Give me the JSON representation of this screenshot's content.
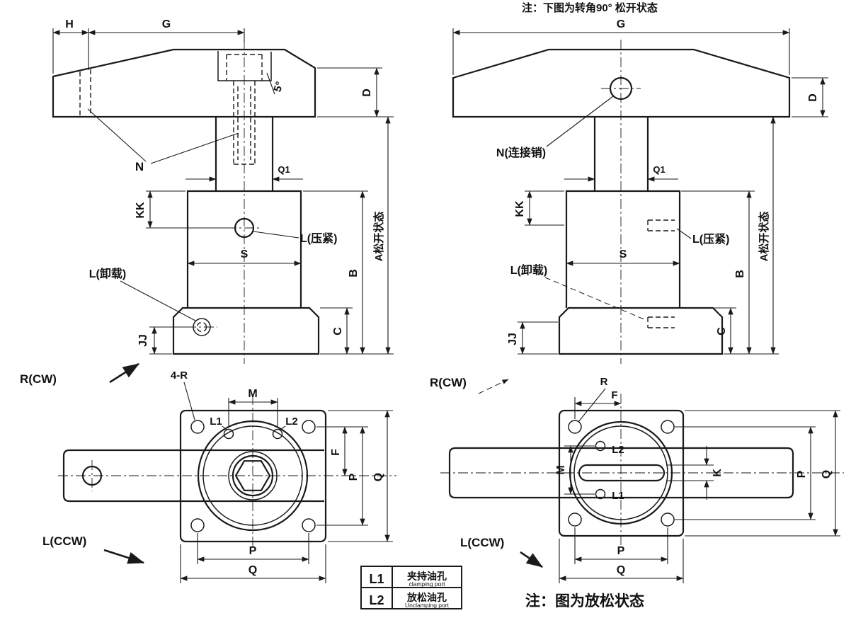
{
  "notes": {
    "top": "注：下图为转角90° 松开状态",
    "bottom": "注：图为放松状态"
  },
  "legend": {
    "rows": [
      {
        "code": "L1",
        "name_cn": "夹持油孔",
        "name_en": "clamping port"
      },
      {
        "code": "L2",
        "name_cn": "放松油孔",
        "name_en": "Unclamping port"
      }
    ]
  },
  "dims": {
    "H": "H",
    "G": "G",
    "D": "D",
    "N": "N",
    "N_pin": "N(连接销)",
    "Q1": "Q1",
    "KK": "KK",
    "S": "S",
    "B": "B",
    "C": "C",
    "JJ": "JJ",
    "A_state": "A松开状态",
    "L_clamp": "L(压紧)",
    "L_unload": "L(卸载)",
    "angle": "5°",
    "R_cw": "R(CW)",
    "L_ccw": "L(CCW)",
    "four_R": "4-R",
    "R": "R",
    "M": "M",
    "F": "F",
    "P": "P",
    "Q": "Q",
    "K": "K",
    "L1": "L1",
    "L2": "L2"
  }
}
